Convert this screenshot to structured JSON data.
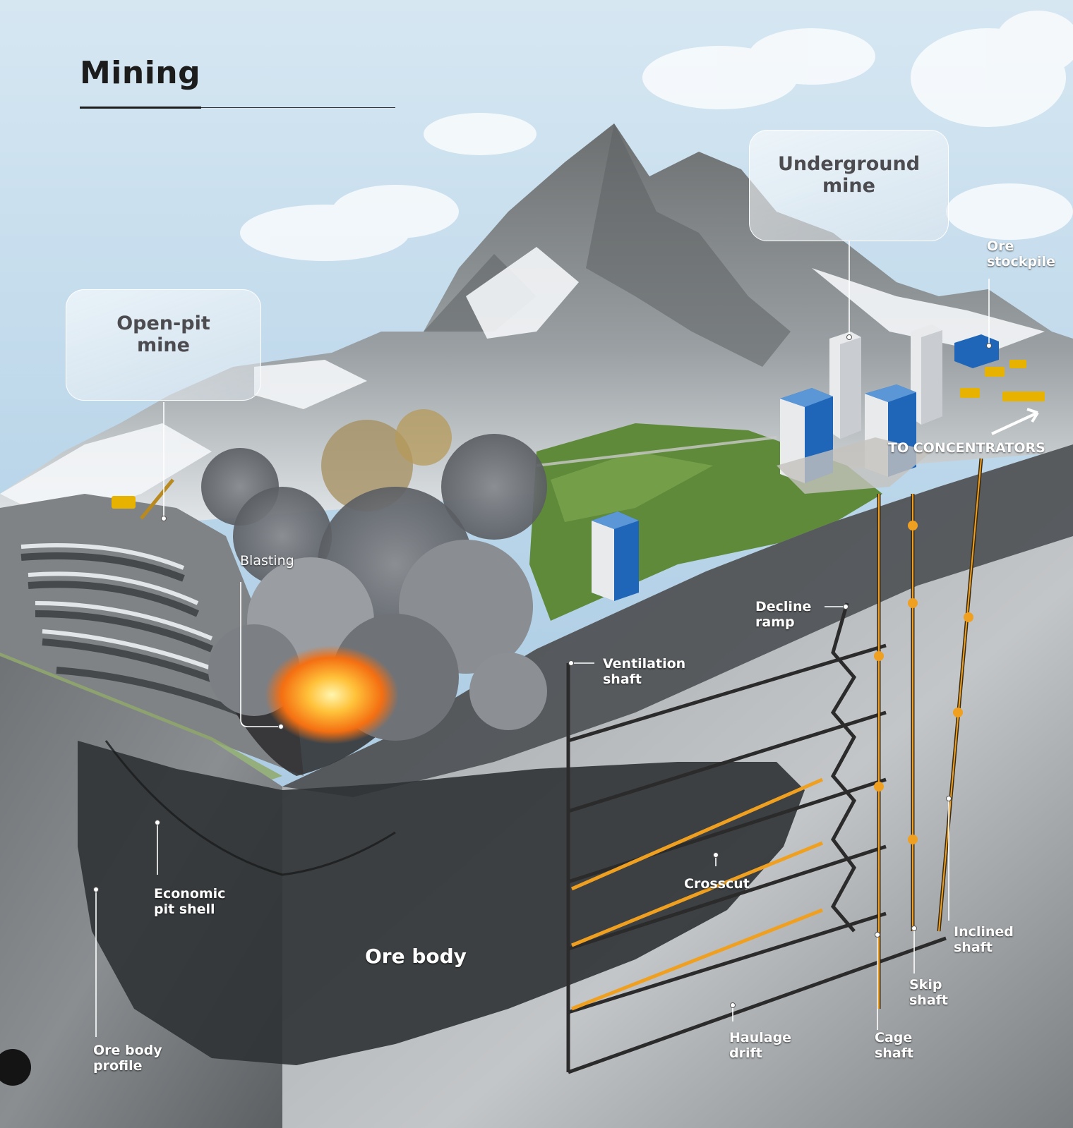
{
  "page_title": "Mining",
  "callouts": {
    "open_pit": "Open-pit\nmine",
    "underground": "Underground\nmine"
  },
  "labels": {
    "ore_stockpile": "Ore\nstockpile",
    "to_concentrators": "TO CONCENTRATORS",
    "blasting": "Blasting",
    "decline_ramp": "Decline\nramp",
    "ventilation_shaft": "Ventilation\nshaft",
    "crosscut": "Crosscut",
    "economic_pit_shell": "Economic\npit shell",
    "ore_body": "Ore body",
    "ore_body_profile": "Ore body\nprofile",
    "haulage_drift": "Haulage\ndrift",
    "cage_shaft": "Cage\nshaft",
    "skip_shaft": "Skip\nshaft",
    "inclined_shaft": "Inclined\nshaft"
  },
  "colors": {
    "sky": "#b9d6ea",
    "rock_dark": "#3a3d40",
    "rock_mid": "#7d8184",
    "ore_body": "#2f3234",
    "snow": "#f1f3f5",
    "vegetation": "#5e8a3a",
    "tunnel": "#2b2b2b",
    "conveyor": "#f0a020",
    "building_blue": "#1f66b8",
    "building_white": "#e8eaec",
    "truck": "#e7b300",
    "fire": "#ff9b1f",
    "smoke": "#6e7075"
  }
}
